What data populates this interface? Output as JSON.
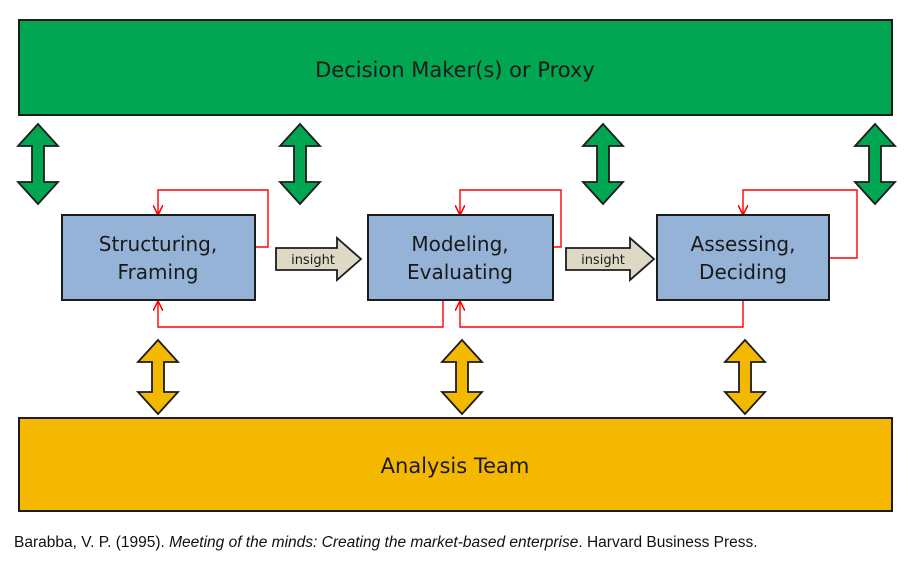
{
  "top_bar": {
    "label": "Decision Maker(s) or Proxy",
    "color": "#00a651"
  },
  "bottom_bar": {
    "label": "Analysis Team",
    "color": "#f5b800"
  },
  "stages": [
    {
      "line1": "Structuring,",
      "line2": "Framing"
    },
    {
      "line1": "Modeling,",
      "line2": "Evaluating"
    },
    {
      "line1": "Assessing,",
      "line2": "Deciding"
    }
  ],
  "connectors": [
    {
      "label": "insight"
    },
    {
      "label": "insight"
    }
  ],
  "colors": {
    "stage_fill": "#95b3d7",
    "insight_fill": "#ddd9c4",
    "feedback_line": "#ff0000",
    "decision_arrow": "#00a651",
    "analysis_arrow": "#f5b800"
  },
  "caption": {
    "part1": "Barabba, V. P. (1995). ",
    "title": "Meeting of the minds: Creating the market-based enterprise",
    "part2": ". Harvard Business Press."
  }
}
